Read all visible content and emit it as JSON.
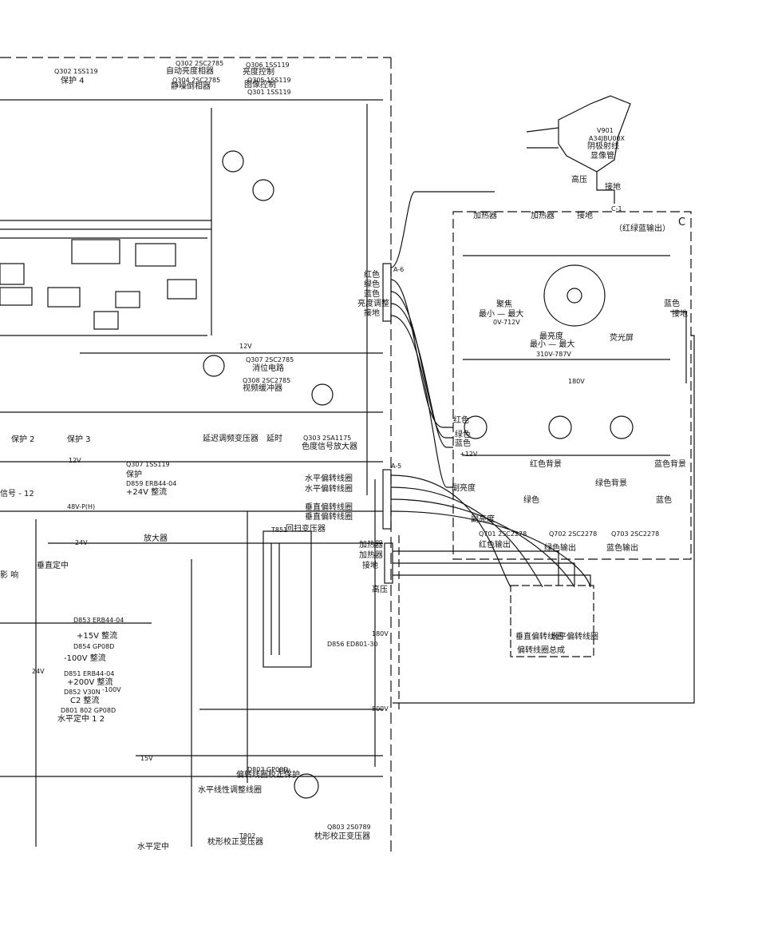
{
  "page": {
    "section_letter": "C",
    "right_board_caption": "（红绿蓝输出）"
  },
  "top_blocks": {
    "q302_text": "Q302 1SS119",
    "protect_4": "保护 4",
    "q302_model": "Q302 2SC2785",
    "auto_brightness": "自动亮度相器",
    "q304_model": "Q304 2SC2785",
    "noise_inverter": "静噪倒相器",
    "q306_text": "Q306 1SS119",
    "brightness_ctrl": "亮度控制",
    "q305_text": "Q305 1SS119",
    "pic_ctrl": "图像控制",
    "q301_text": "Q301 1SS119"
  },
  "crt": {
    "v901": "V901",
    "model": "A34JBU00X",
    "desc1": "阴极射线",
    "desc2": "显像管",
    "g2": "高压",
    "ground": "接地",
    "c1": "C-1"
  },
  "rgb_board": {
    "heater_1": "加热器",
    "heater_2": "加热器",
    "ground": "接地",
    "focus": "聚焦",
    "focus_range": "最小 — 最大",
    "focus_v": "0V-712V",
    "screen": "最亮度",
    "screen_range": "最小 — 最大",
    "screen_v": "310V-787V",
    "fluor": "荧光屏",
    "blue": "蓝色",
    "ground_r": "接地",
    "red_out": "红色输出",
    "green_out": "绿色输出",
    "blue_out": "蓝色输出",
    "q701": "Q701 2SC2278",
    "q702": "Q702 2SC2278",
    "q703": "Q703 2SC2278",
    "sub_brightness": "副亮度",
    "red_bg": "红色背景",
    "green_bg": "绿色背景",
    "blue_bg": "蓝色背景",
    "green": "绿色",
    "blue2": "蓝色",
    "r_label": "红色",
    "g_label": "绿色",
    "b_label": "蓝色",
    "v12": "+12V",
    "v180": "180V"
  },
  "mid": {
    "q307": "Q307 2SC2785",
    "q307_desc": "消位电路",
    "q308": "Q308 2SC2785",
    "q308_desc": "视频缓冲器",
    "q303": "Q303 2SA1175",
    "q303_desc": "色度信号放大器",
    "delay_xfmr": "延迟调频变压器",
    "delay_line": "延时",
    "protect_2": "保护 2",
    "protect_3": "保护 3",
    "protect_12": "信号 - 12",
    "q307b": "Q307 1SS119",
    "protect_lbl": "保护",
    "d859": "D859 ERB44-04",
    "d859_desc": "+24V 整流",
    "v12": "12V",
    "v24": "24V"
  },
  "connector_a5": {
    "name": "A-5",
    "h_defl_1": "水平偏转线圈",
    "h_defl_2": "水平偏转线圈",
    "v_defl_1": "垂直偏转线圈",
    "v_defl_2": "垂直偏转线圈"
  },
  "connector_a6": {
    "name": "A-6",
    "red": "红色",
    "green": "绿色",
    "blue": "蓝色",
    "bright": "亮度调整",
    "ground": "接地"
  },
  "flyback": {
    "t851": "T851",
    "name": "回扫变压器",
    "amp": "放大器",
    "heater1": "加热器",
    "heater2": "加热器",
    "ground": "接地",
    "hv": "高压",
    "d856": "D856 ED801-30"
  },
  "yoke": {
    "v_coil": "垂直偏转线圈",
    "h_coil": "水平偏转线圈",
    "assembly": "偏转线圈总成"
  },
  "lower_left": {
    "d853": "D853 ERB44-04",
    "d853_desc": "+15V 整流",
    "d854": "D854 GP08D",
    "d854_desc": "-100V 整流",
    "d851": "D851 ERB44-04",
    "d851_desc": "+200V 整流",
    "d852": "D852 V30N",
    "d852_desc": "C2 整流",
    "d801": "D801 802 GP08D",
    "d801_desc": "水平定中 1 2",
    "v_center": "垂直定中",
    "v_shift": "影 响",
    "h_center": "水平定中",
    "h_lin": "水平线性调整线圈",
    "pincushion_protect": "偏转线圈校正保护",
    "pincushion_xfmr": "枕形校正变压器",
    "pincushion_xfmr2": "枕形校正变压器",
    "q803": "Q803 2S0789",
    "d803": "D803 GP08D",
    "t802": "T802",
    "v15": "15V",
    "v13": "13V",
    "v24": "24V",
    "v100n": "-100V"
  },
  "rails": {
    "v48": "48V-P(H)",
    "v800": "800V",
    "v180": "180V",
    "v12": "12V"
  }
}
